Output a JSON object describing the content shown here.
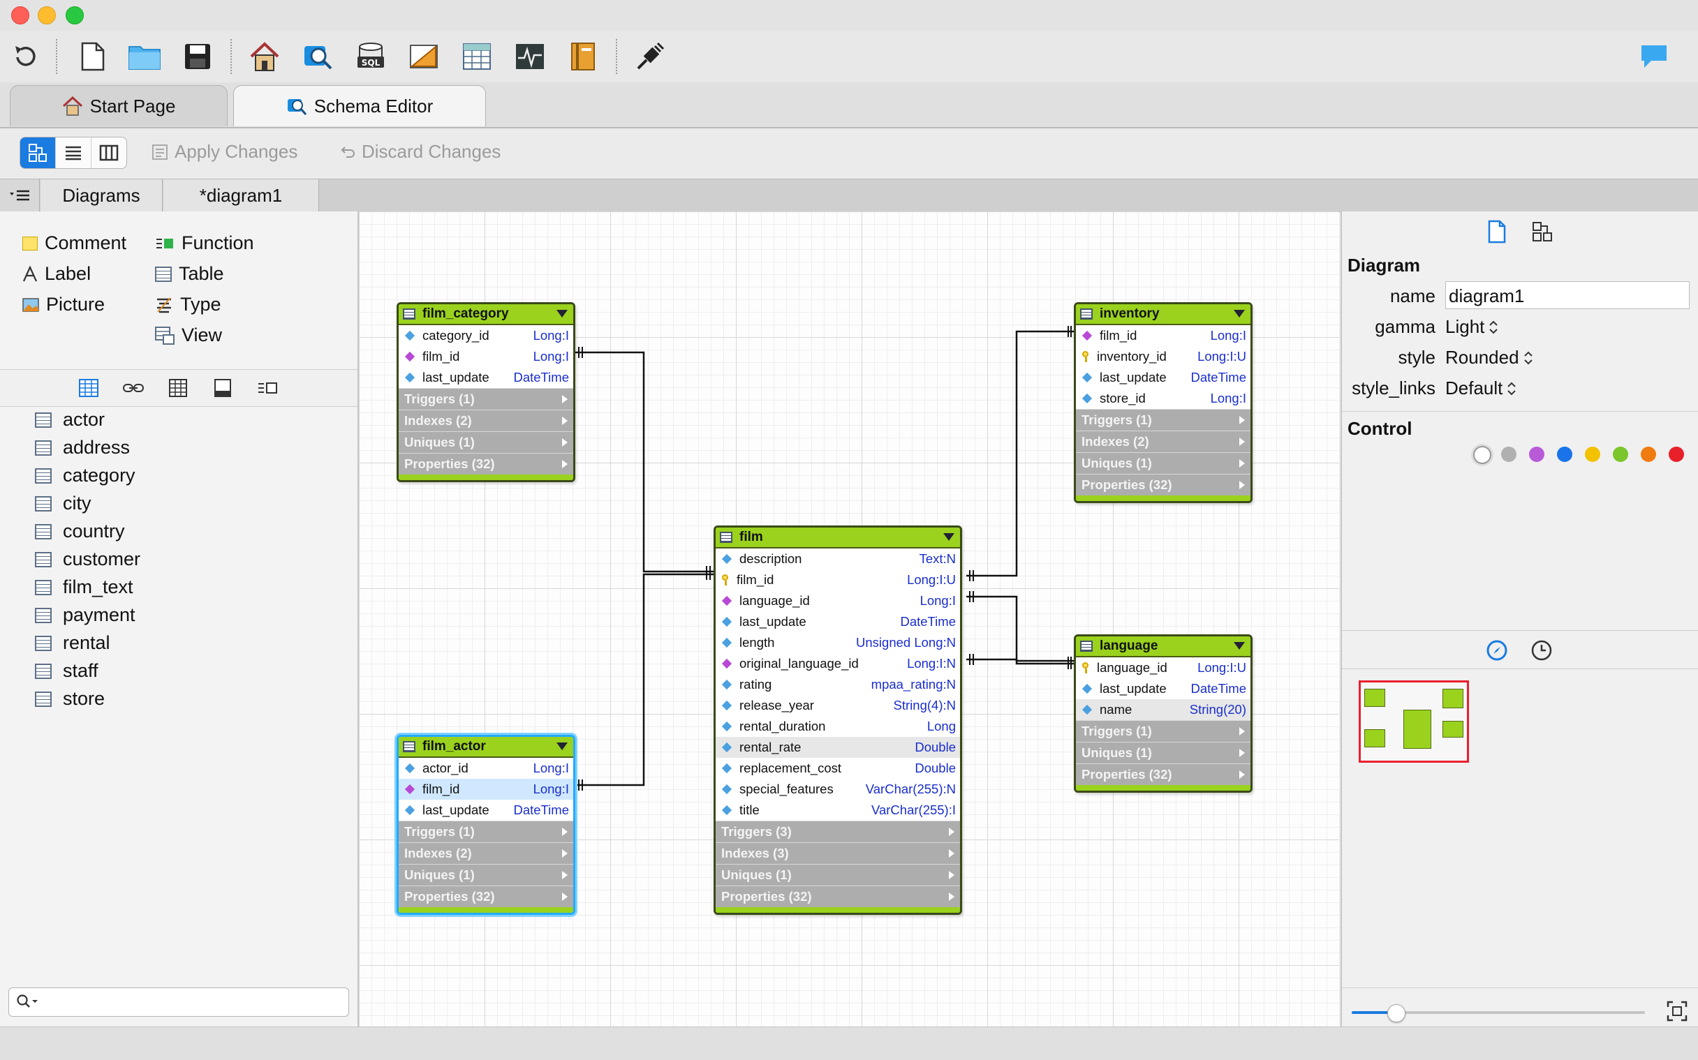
{
  "tabs": [
    {
      "label": "Start Page"
    },
    {
      "label": "Schema Editor"
    }
  ],
  "actions": {
    "apply": "Apply Changes",
    "discard": "Discard Changes"
  },
  "subtabs": [
    {
      "label": "Diagrams"
    },
    {
      "label": "*diagram1"
    }
  ],
  "palette": [
    {
      "label": "Comment"
    },
    {
      "label": "Function"
    },
    {
      "label": "Label"
    },
    {
      "label": "Table"
    },
    {
      "label": "Picture"
    },
    {
      "label": "Type"
    },
    {
      "label": "View"
    }
  ],
  "tables": [
    "actor",
    "address",
    "category",
    "city",
    "country",
    "customer",
    "film_text",
    "payment",
    "rental",
    "staff",
    "store"
  ],
  "entities": {
    "film_category": {
      "title": "film_category",
      "columns": [
        {
          "name": "category_id",
          "type": "Long:I"
        },
        {
          "name": "film_id",
          "type": "Long:I"
        },
        {
          "name": "last_update",
          "type": "DateTime"
        }
      ],
      "sections": [
        "Triggers (1)",
        "Indexes (2)",
        "Uniques (1)",
        "Properties (32)"
      ]
    },
    "film_actor": {
      "title": "film_actor",
      "columns": [
        {
          "name": "actor_id",
          "type": "Long:I"
        },
        {
          "name": "film_id",
          "type": "Long:I"
        },
        {
          "name": "last_update",
          "type": "DateTime"
        }
      ],
      "sections": [
        "Triggers (1)",
        "Indexes (2)",
        "Uniques (1)",
        "Properties (32)"
      ]
    },
    "film": {
      "title": "film",
      "columns": [
        {
          "name": "description",
          "type": "Text:N"
        },
        {
          "name": "film_id",
          "type": "Long:I:U"
        },
        {
          "name": "language_id",
          "type": "Long:I"
        },
        {
          "name": "last_update",
          "type": "DateTime"
        },
        {
          "name": "length",
          "type": "Unsigned Long:N"
        },
        {
          "name": "original_language_id",
          "type": "Long:I:N"
        },
        {
          "name": "rating",
          "type": "mpaa_rating:N"
        },
        {
          "name": "release_year",
          "type": "String(4):N"
        },
        {
          "name": "rental_duration",
          "type": "Long"
        },
        {
          "name": "rental_rate",
          "type": "Double"
        },
        {
          "name": "replacement_cost",
          "type": "Double"
        },
        {
          "name": "special_features",
          "type": "VarChar(255):N"
        },
        {
          "name": "title",
          "type": "VarChar(255):I"
        }
      ],
      "sections": [
        "Triggers (3)",
        "Indexes (3)",
        "Uniques (1)",
        "Properties (32)"
      ]
    },
    "inventory": {
      "title": "inventory",
      "columns": [
        {
          "name": "film_id",
          "type": "Long:I"
        },
        {
          "name": "inventory_id",
          "type": "Long:I:U"
        },
        {
          "name": "last_update",
          "type": "DateTime"
        },
        {
          "name": "store_id",
          "type": "Long:I"
        }
      ],
      "sections": [
        "Triggers (1)",
        "Indexes (2)",
        "Uniques (1)",
        "Properties (32)"
      ]
    },
    "language": {
      "title": "language",
      "columns": [
        {
          "name": "language_id",
          "type": "Long:I:U"
        },
        {
          "name": "last_update",
          "type": "DateTime"
        },
        {
          "name": "name",
          "type": "String(20)"
        }
      ],
      "sections": [
        "Triggers (1)",
        "Uniques (1)",
        "Properties (32)"
      ]
    }
  },
  "properties": {
    "header": "Diagram",
    "name_label": "name",
    "name_value": "diagram1",
    "gamma_label": "gamma",
    "gamma_value": "Light",
    "style_label": "style",
    "style_value": "Rounded",
    "style_links_label": "style_links",
    "style_links_value": "Default",
    "control_header": "Control"
  },
  "colors": {
    "accent": "#1a7be0",
    "entity_header": "#9ad21e",
    "control_dots": [
      "#ffffff",
      "#b0b0b0",
      "#b85ad8",
      "#1a73e8",
      "#f2c200",
      "#7bc62a",
      "#f07b10",
      "#e8202a"
    ]
  },
  "zoom_fraction": 0.15
}
